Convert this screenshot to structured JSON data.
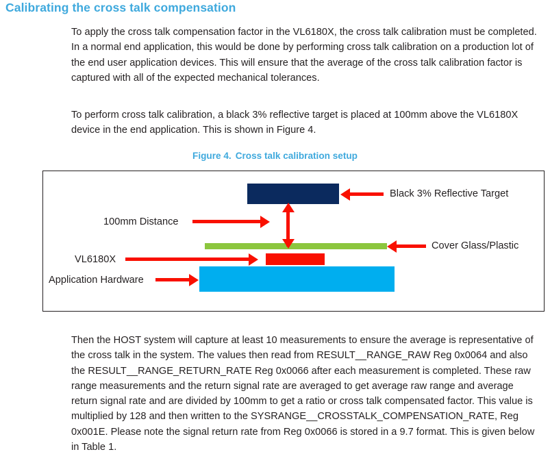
{
  "page": {
    "heading": "Calibrating the cross talk compensation",
    "heading_color": "#3fa9dd",
    "body_color": "#231f20"
  },
  "paragraphs": {
    "p1": "To apply the cross talk compensation factor in the VL6180X, the cross talk calibration must be completed. In a normal end application, this would be done by performing cross talk calibration on a production lot of the end user application devices. This will ensure that the average of the cross talk calibration factor is captured with all of the expected mechanical tolerances.",
    "p2": "To perform cross talk calibration, a black 3% reflective target is placed at 100mm above the VL6180X device in the end application. This is shown in Figure 4.",
    "p3": "Then the HOST system will capture at least 10 measurements to ensure the average is representative of the cross talk in the system. The values then read from RESULT__RANGE_RAW Reg 0x0064 and also the RESULT__RANGE_RETURN_RATE Reg 0x0066 after each measurement is completed. These raw range measurements and the return signal rate are averaged to get average raw range and average return signal rate and are divided by 100mm to get a ratio or cross talk compensated factor. This value is multiplied by 128 and then written to the SYSRANGE__CROSSTALK_COMPENSATION_RATE, Reg 0x001E. Please note the signal return rate from Reg 0x0066 is stored in a 9.7 format. This is given below in Table 1."
  },
  "figure": {
    "caption_number": "Figure 4.",
    "caption_title": "Cross talk calibration setup",
    "labels": {
      "target": "Black 3% Reflective Target",
      "distance": "100mm Distance",
      "cover": "Cover Glass/Plastic",
      "sensor": "VL6180X",
      "hardware": "Application Hardware"
    },
    "colors": {
      "target": "#0b2a5e",
      "cover": "#8cc63e",
      "sensor": "#f91000",
      "hardware": "#00aeef",
      "arrow": "#f91000",
      "frame": "#231f20"
    }
  }
}
